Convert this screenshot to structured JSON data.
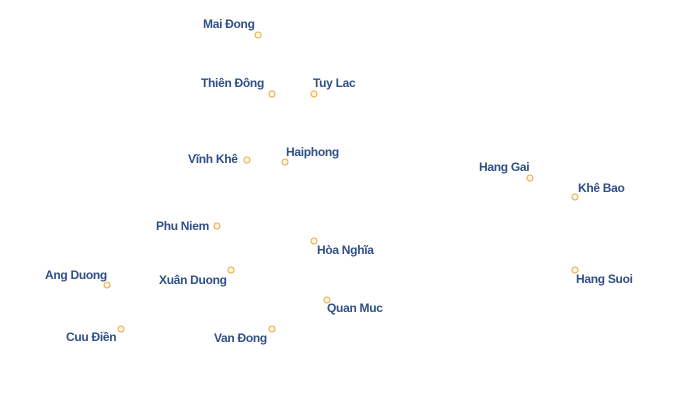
{
  "colors": {
    "label": "#2f4f86",
    "marker": "#e8a838",
    "background": "#ffffff"
  },
  "marker_icon": "place-dot-icon",
  "places": [
    {
      "name": "Mai Đong"
    },
    {
      "name": "Thiên Đông"
    },
    {
      "name": "Tuy Lac"
    },
    {
      "name": "Vĩnh Khê"
    },
    {
      "name": "Haiphong"
    },
    {
      "name": "Hang Gai"
    },
    {
      "name": "Khê Bao"
    },
    {
      "name": "Phu Niem"
    },
    {
      "name": "Hòa Nghĩa"
    },
    {
      "name": "Ang Duong"
    },
    {
      "name": "Xuân Duong"
    },
    {
      "name": "Hang Suoi"
    },
    {
      "name": "Quan Muc"
    },
    {
      "name": "Cuu Điền"
    },
    {
      "name": "Van Đong"
    }
  ]
}
